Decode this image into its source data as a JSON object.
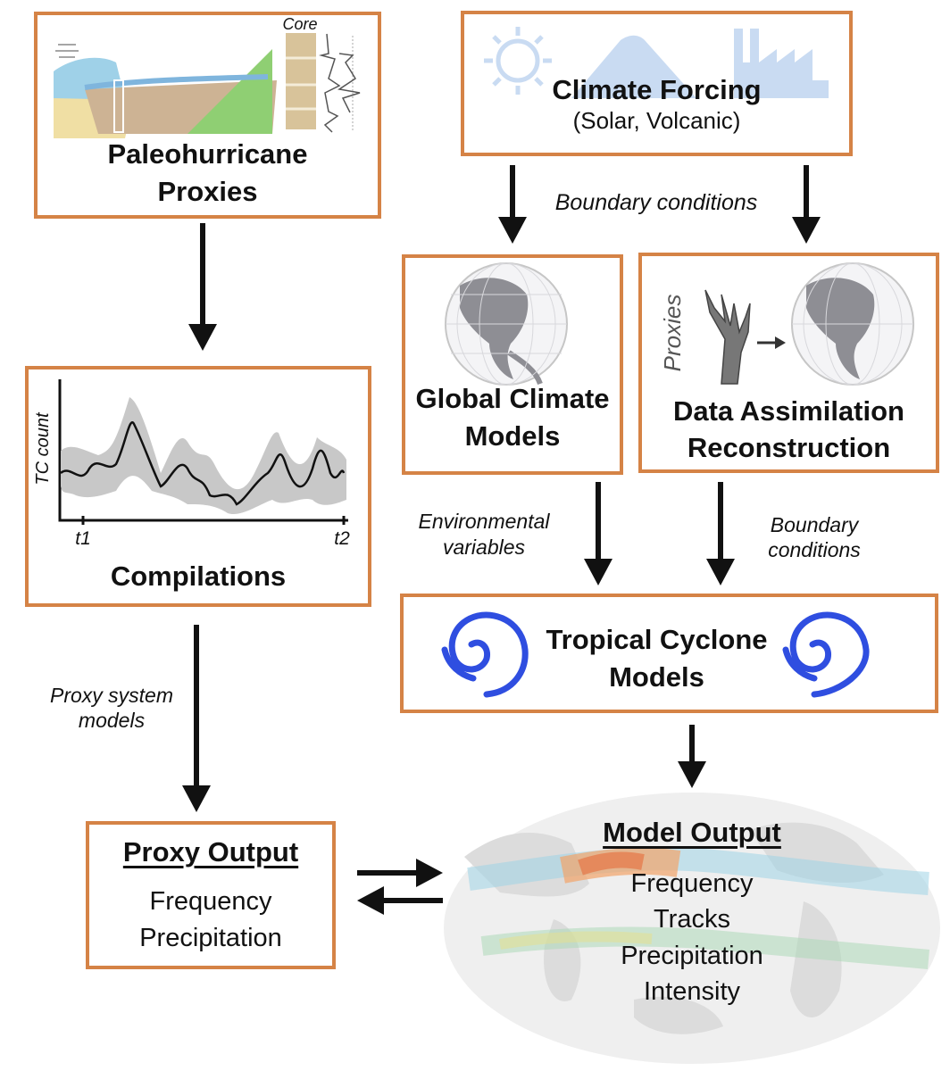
{
  "boxes": {
    "paleo": {
      "line1": "Paleohurricane",
      "line2": "Proxies",
      "core_label": "Core"
    },
    "forcing": {
      "title": "Climate Forcing",
      "subtitle": "(Solar, Volcanic)"
    },
    "gcm": {
      "line1": "Global Climate",
      "line2": "Models"
    },
    "da": {
      "line1": "Data Assimilation",
      "line2": "Reconstruction",
      "proxies_label": "Proxies"
    },
    "compilations": {
      "title": "Compilations",
      "ylabel": "TC count",
      "x_start": "t1",
      "x_end": "t2"
    },
    "tc": {
      "line1": "Tropical Cyclone",
      "line2": "Models"
    },
    "proxy_output": {
      "title": "Proxy Output",
      "items": [
        "Frequency",
        "Precipitation"
      ]
    },
    "model_output": {
      "title": "Model Output",
      "items": [
        "Frequency",
        "Tracks",
        "Precipitation",
        "Intensity"
      ]
    }
  },
  "arrow_labels": {
    "boundary_top": "Boundary conditions",
    "environmental": [
      "Environmental",
      "variables"
    ],
    "boundary_right": [
      "Boundary",
      "conditions"
    ],
    "proxy_system": [
      "Proxy system",
      "models"
    ]
  },
  "colors": {
    "box_border": "#d58346",
    "arrow": "#111111",
    "cyclone": "#2f4ee0",
    "icon_light_blue": "#c9dbf2",
    "band_gray": "#c8c8c8"
  }
}
